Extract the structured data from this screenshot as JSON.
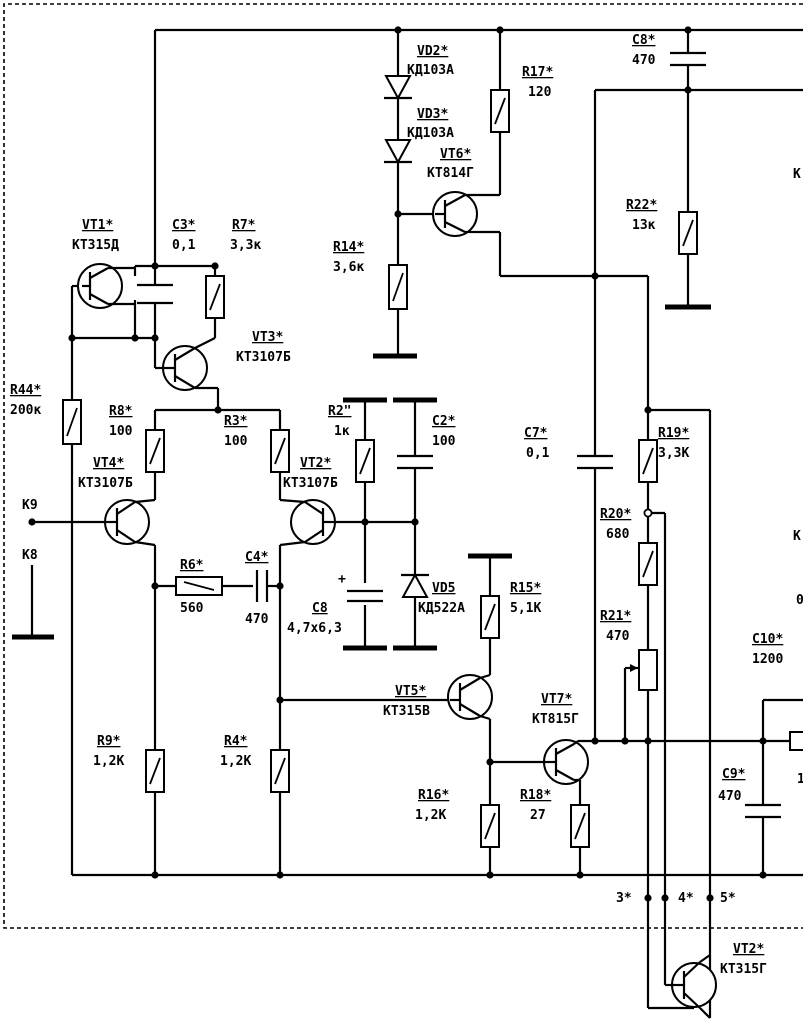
{
  "components": {
    "vd2": {
      "ref": "VD2*",
      "value": "КД103А"
    },
    "vd3": {
      "ref": "VD3*",
      "value": "КД103А"
    },
    "r17": {
      "ref": "R17*",
      "value": "120"
    },
    "vt6": {
      "ref": "VT6*",
      "value": "КТ814Г"
    },
    "c8a": {
      "ref": "C8*",
      "value": "470"
    },
    "r22": {
      "ref": "R22*",
      "value": "13к"
    },
    "r14": {
      "ref": "R14*",
      "value": "3,6к"
    },
    "vt1": {
      "ref": "VT1*",
      "value": "КТ315Д"
    },
    "c3": {
      "ref": "C3*",
      "value": "0,1"
    },
    "r7": {
      "ref": "R7*",
      "value": "3,3к"
    },
    "vt3": {
      "ref": "VT3*",
      "value": "КТ3107Б"
    },
    "r44": {
      "ref": "R44*",
      "value": "200к"
    },
    "r8": {
      "ref": "R8*",
      "value": "100"
    },
    "r3": {
      "ref": "R3*",
      "value": "100"
    },
    "r2": {
      "ref": "R2\"",
      "value": "1к"
    },
    "c2": {
      "ref": "C2*",
      "value": "100"
    },
    "c7": {
      "ref": "C7*",
      "value": "0,1"
    },
    "r19": {
      "ref": "R19*",
      "value": "3,3K"
    },
    "vt4": {
      "ref": "VT4*",
      "value": "КТ3107Б"
    },
    "vt2a": {
      "ref": "VT2*",
      "value": "КТ3107Б"
    },
    "r20": {
      "ref": "R20*",
      "value": "680"
    },
    "r6": {
      "ref": "R6*",
      "value": "560"
    },
    "c4": {
      "ref": "C4*",
      "value": "470"
    },
    "c8b": {
      "ref": "C8",
      "value": "4,7x6,3"
    },
    "vd5": {
      "ref": "VD5",
      "value": "КД522А"
    },
    "r15": {
      "ref": "R15*",
      "value": "5,1K"
    },
    "r21": {
      "ref": "R21*",
      "value": "470"
    },
    "c10": {
      "ref": "C10*",
      "value": "1200"
    },
    "vt5": {
      "ref": "VT5*",
      "value": "КТ315В"
    },
    "vt7": {
      "ref": "VT7*",
      "value": "КТ815Г"
    },
    "r9": {
      "ref": "R9*",
      "value": "1,2K"
    },
    "r4": {
      "ref": "R4*",
      "value": "1,2K"
    },
    "c9": {
      "ref": "C9*",
      "value": "470"
    },
    "r16": {
      "ref": "R16*",
      "value": "1,2K"
    },
    "r18": {
      "ref": "R18*",
      "value": "27"
    },
    "vt2b": {
      "ref": "VT2*",
      "value": "КТ315Г"
    }
  },
  "terminals": {
    "k9": "K9",
    "k8": "K8",
    "t3": "3*",
    "t4": "4*",
    "t5": "5*",
    "edge_k_top": "K",
    "edge_k_mid": "K",
    "edge_zero": "0",
    "edge_one": "1"
  },
  "polarity_mark": "+"
}
